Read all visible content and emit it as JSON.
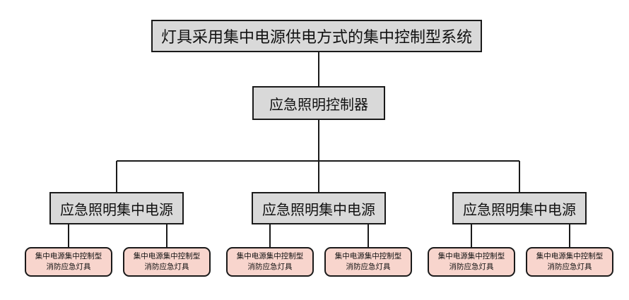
{
  "root": {
    "label": "灯具采用集中电源供电方式的集中控制型系统"
  },
  "controller": {
    "label": "应急照明控制器"
  },
  "power_units": [
    {
      "label": "应急照明集中电源",
      "lamps": [
        {
          "line1": "集中电源集中控制型",
          "line2": "消防应急灯具"
        },
        {
          "line1": "集中电源集中控制型",
          "line2": "消防应急灯具"
        }
      ]
    },
    {
      "label": "应急照明集中电源",
      "lamps": [
        {
          "line1": "集中电源集中控制型",
          "line2": "消防应急灯具"
        },
        {
          "line1": "集中电源集中控制型",
          "line2": "消防应急灯具"
        }
      ]
    },
    {
      "label": "应急照明集中电源",
      "lamps": [
        {
          "line1": "集中电源集中控制型",
          "line2": "消防应急灯具"
        },
        {
          "line1": "集中电源集中控制型",
          "line2": "消防应急灯具"
        }
      ]
    }
  ],
  "colors": {
    "box_fill": "#d9d9d9",
    "lamp_fill": "#f8d5cd",
    "line": "#1a1a1a"
  }
}
